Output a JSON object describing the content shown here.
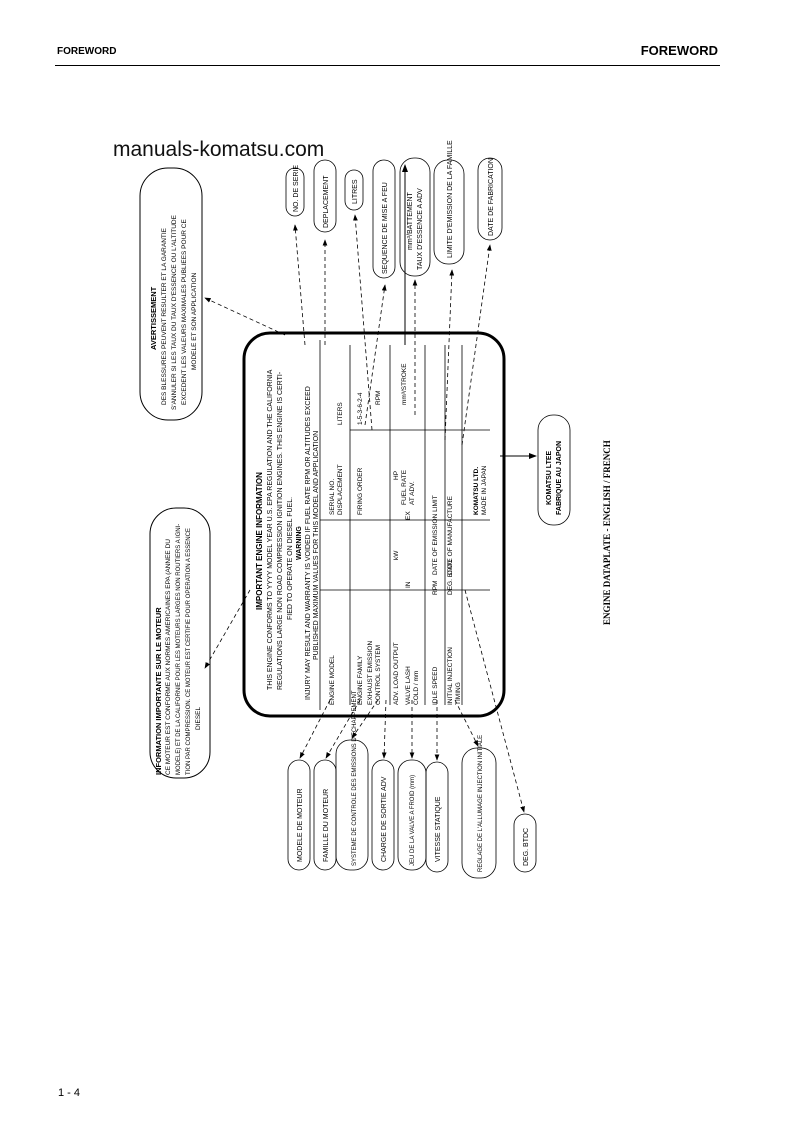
{
  "header": {
    "left": "FOREWORD",
    "right": "FOREWORD"
  },
  "watermark": "manuals-komatsu.com",
  "page_number": "1 - 4",
  "caption": "ENGINE DATAPLATE - ENGLISH / FRENCH",
  "plate": {
    "title": "IMPORTANT ENGINE INFORMATION",
    "line1": "THIS ENGINE CONFORMS TO YYYY MODEL YEAR U.S. EPA REGULATION AND THE CALIFORNIA",
    "line2": "REGULATIONS LARGE NON ROAD COMPRESSION IGNITION ENGINES. THIS ENGINE IS CERTI-",
    "line3": "FIED TO OPERATE ON DIESEL FUEL.",
    "warning": "WARNING",
    "warn1": "INJURY MAY RESULT AND WARRANTY IS VOIDED IF FUEL RATE RPM OR ALTITUDES EXCEED",
    "warn2": "PUBLISHED MAXIMUM VALUES FOR THIS MODEL AND APPLICATION",
    "engine_model": "ENGINE MODEL",
    "serial_no": "SERIAL NO.",
    "displacement": "DISPLACEMENT",
    "displacement_val": "LITERS",
    "engine_family": "ENGINE FAMILY",
    "firing_order": "FIRING ORDER",
    "firing_order_val": "1-5-3-6-2-4",
    "exhaust_1": "EXHAUST EMISSION",
    "exhaust_2": "CONTROL SYSTEM",
    "adv_output": "ADV. LOAD OUTPUT",
    "kw": "kW",
    "hp": "HP",
    "rpm": "RPM",
    "valve_1": "VALVE LASH",
    "valve_2": "COLD / mm",
    "in": "IN",
    "ex": "EX",
    "fuel_rate_1": "FUEL RATE",
    "fuel_rate_2": "AT ADV.",
    "fuel_rate_unit": "mm³/STROKE",
    "idle_speed": "IDLE SPEED",
    "rpm2": "RPM",
    "initial_1": "INITIAL INJECTION",
    "initial_2": "TIMING",
    "deg_btdc": "DEG. BTDC",
    "date_emission": "DATE OF EMISSION LIMIT",
    "date_manufacture": "DATE OF MANUFACTURE",
    "maker": "KOMATSU LTD.",
    "made_in": "MADE IN JAPAN"
  },
  "callouts_left": {
    "info_title": "INFORMATION IMPORTANTE SUR LE MOTEUR",
    "info_1": "CE MOTEUR EST CONFORME AUX NORMES AMERICAINES EPA (ANNEE DU",
    "info_2": "MODELE) ET DE LA CALIFORNIE POUR LES MOTEURS LARGES NON ROUTIERS A IGNI-",
    "info_3": "TION PAR COMPRESSION. CE MOTEUR EST CERTIFIE POUR OPERATION A ESSENCE",
    "info_4": "DIESEL",
    "avert_title": "AVERTISSEMENT",
    "avert_1": "DES BLESSURES PEUVENT RESULTER ET LA GARANTIE",
    "avert_2": "S'ANNULER SI LES TAUX DU TAUX D'ESSENCE OU L'ALTITUDE",
    "avert_3": "EXCEDENT LES VALEURS MAXIMALES PUBLIEES POUR CE",
    "avert_4": "MODELE ET SON APPLICATION"
  },
  "callouts_top": [
    "NO. DE SERIE",
    "DEPLACEMENT",
    "LITRES",
    "SEQUENCE DE MISE A FEU",
    "mm³/BATTEMENT",
    "TAUX D'ESSENCE A ADV",
    "LIMITE D'EMISSION DE LA FAMILLE",
    "DATE DE FABRICATION"
  ],
  "callouts_bottom": [
    "MODELE DE MOTEUR",
    "FAMILLE DU MOTEUR",
    "SYSTEME DE CONTROLE DES EMISSIONS D'ECHAPPEMENT",
    "CHARGE DE SORTIE ADV",
    "JEU DE LA VALVE A FROID (mm)",
    "VITESSE STATIQUE",
    "REGLAGE DE L'ALLUMAGE INJECTION INITIALE",
    "DEG. BTDC"
  ],
  "callout_right": {
    "line1": "KOMATSU LTEE",
    "line2": "FABRIQUE AU JAPON"
  }
}
